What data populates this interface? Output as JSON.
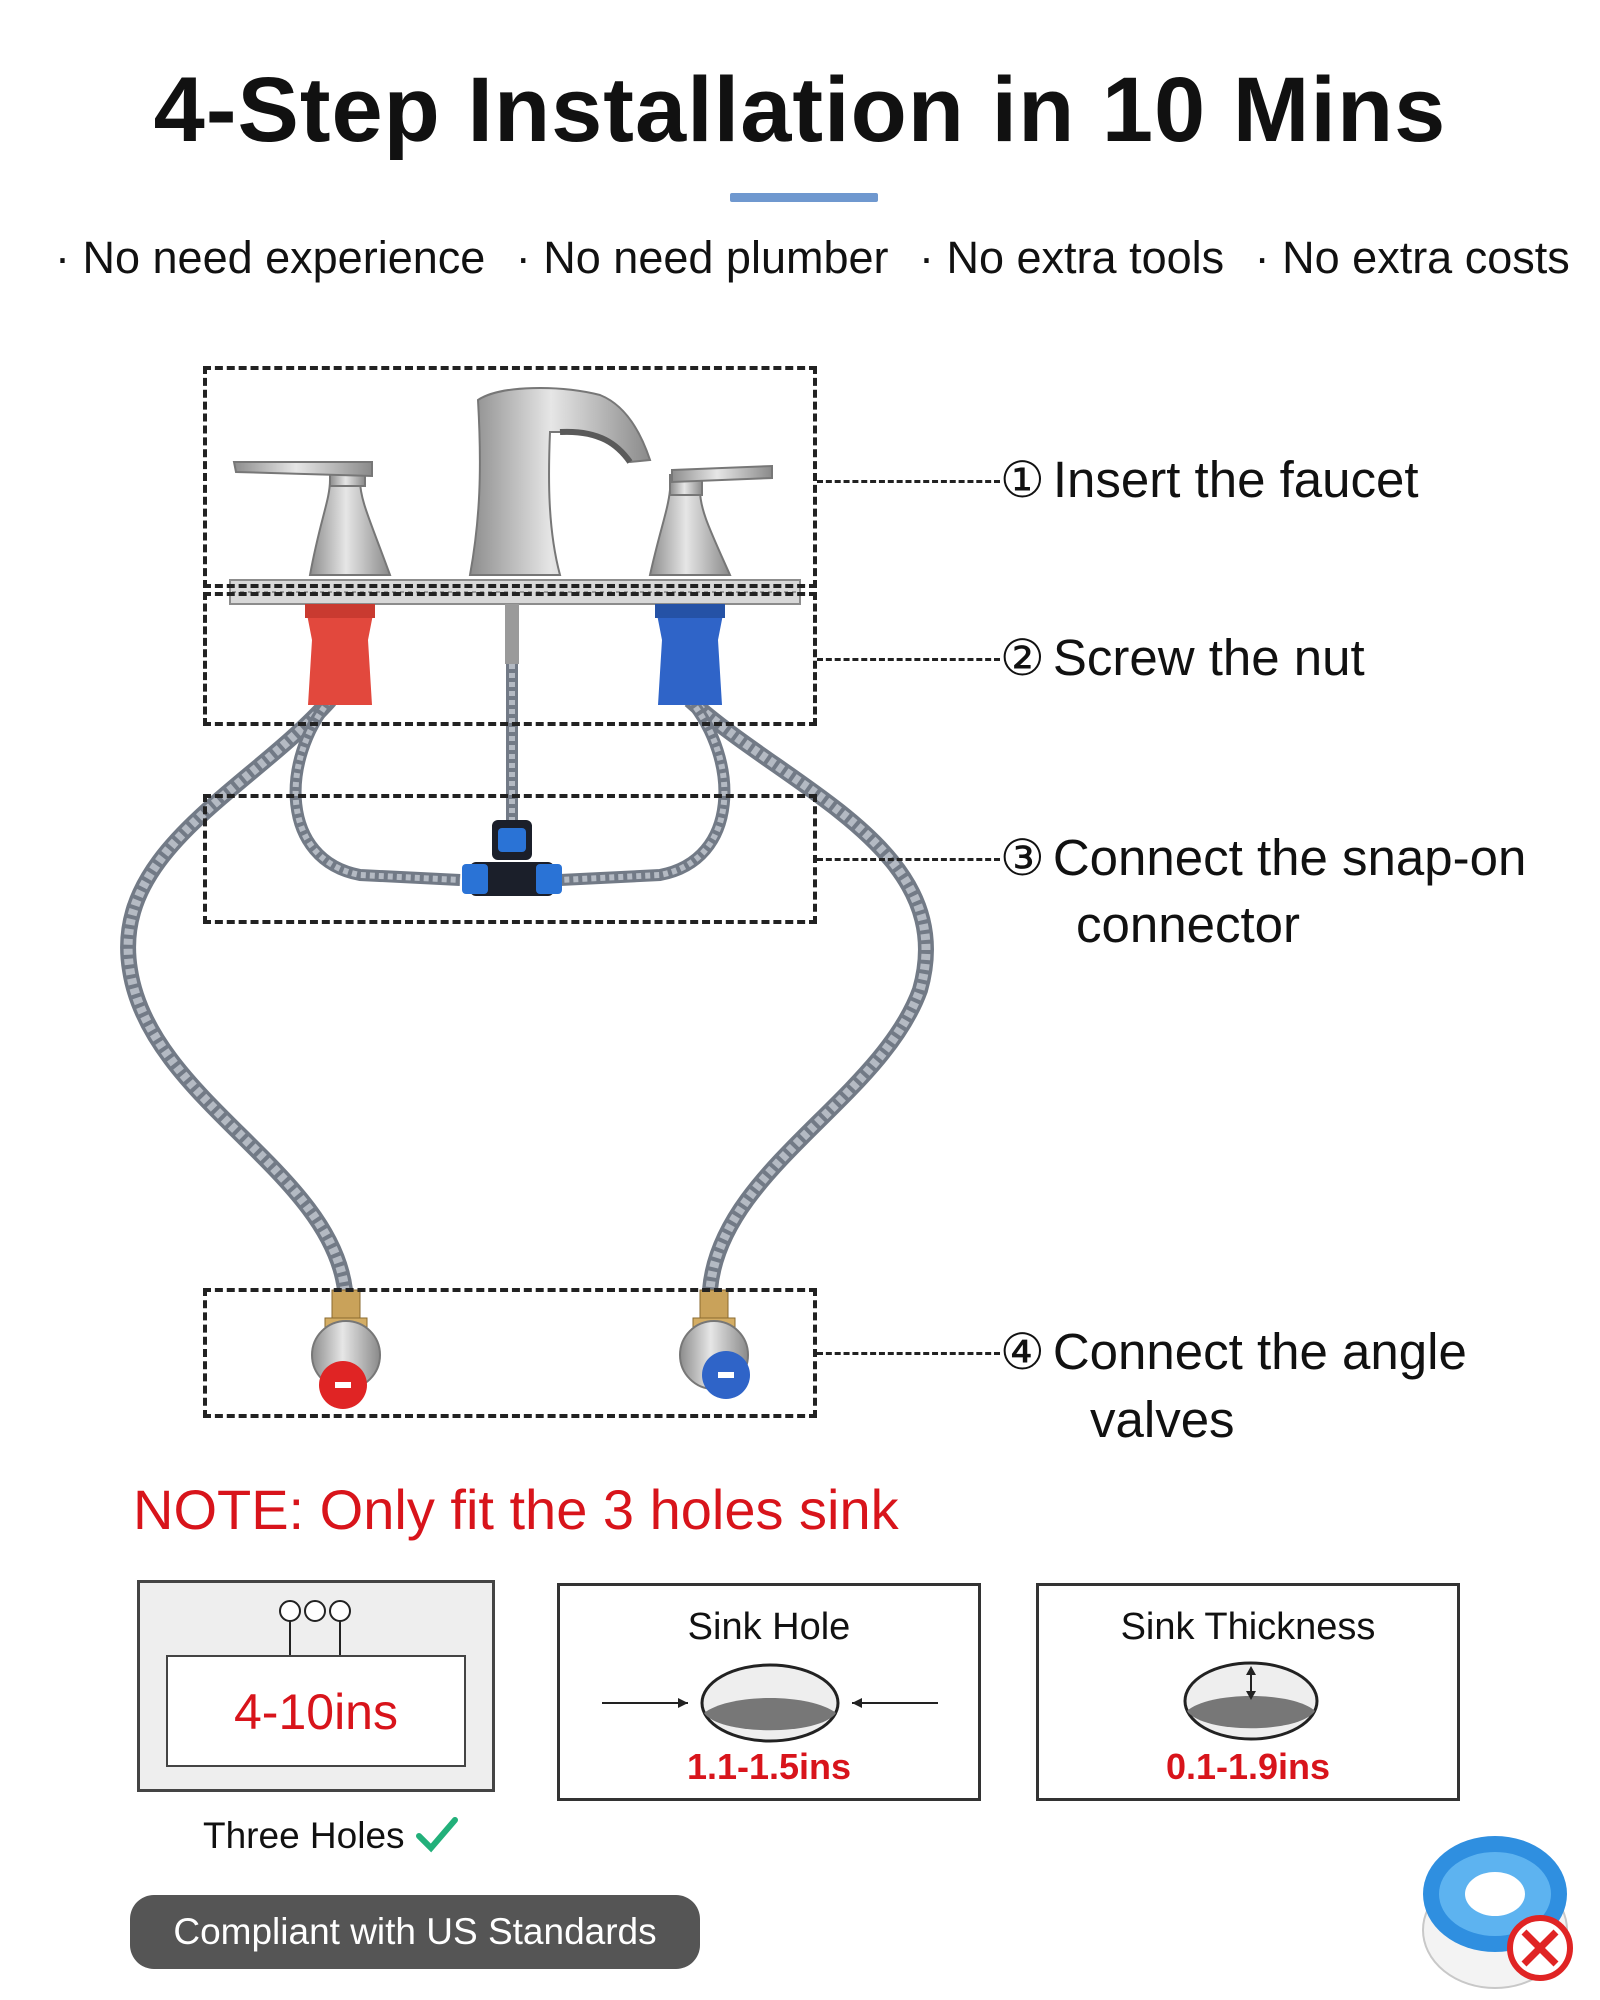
{
  "title": "4-Step Installation in 10 Mins",
  "benefits": [
    "· No need experience",
    "· No need plumber",
    "· No extra tools",
    "· No extra costs"
  ],
  "steps": [
    {
      "number": "①",
      "line1": "Insert the faucet",
      "line2": ""
    },
    {
      "number": "②",
      "line1": "Screw the nut",
      "line2": ""
    },
    {
      "number": "③",
      "line1": "Connect the snap-on",
      "line2": "connector"
    },
    {
      "number": "④",
      "line1": "Connect the angle",
      "line2": "valves"
    }
  ],
  "note": "NOTE: Only fit the 3 holes sink",
  "three_holes": {
    "spacing": "4-10ins",
    "caption": "Three Holes"
  },
  "sink_hole": {
    "title": "Sink Hole",
    "value": "1.1-1.5ins"
  },
  "sink_thickness": {
    "title": "Sink Thickness",
    "value": "0.1-1.9ins"
  },
  "badge": "Compliant with US Standards",
  "colors": {
    "hot": "#e2483d",
    "cold": "#2f64c8",
    "note_red": "#d8141b",
    "accent_blue": "#6f98cf",
    "check_green": "#22b07a"
  },
  "icons": [
    "faucet-illustration",
    "check-icon",
    "plumber-tape-icon",
    "no-icon"
  ]
}
